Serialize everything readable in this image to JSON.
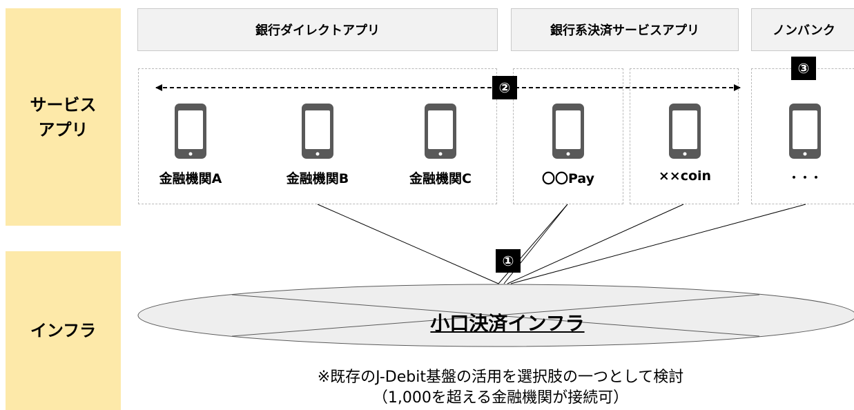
{
  "rows": {
    "service_app": [
      "サービス",
      "アプリ"
    ],
    "infra": "インフラ"
  },
  "headers": {
    "bank_direct": "銀行ダイレクトアプリ",
    "bank_payment": "銀行系決済サービスアプリ",
    "nonbank": "ノンバンク"
  },
  "apps": [
    {
      "label": "金融機関A",
      "icon": "smartphone-icon"
    },
    {
      "label": "金融機関B",
      "icon": "smartphone-icon"
    },
    {
      "label": "金融機関C",
      "icon": "smartphone-icon"
    },
    {
      "label": "〇〇Pay",
      "icon": "smartphone-icon"
    },
    {
      "label": "××coin",
      "icon": "smartphone-icon"
    },
    {
      "label": "・・・",
      "icon": "smartphone-icon"
    }
  ],
  "badges": {
    "connection": "①",
    "interop": "②",
    "nonbank": "③"
  },
  "infra": {
    "title": "小口決済インフラ",
    "note_line1": "※既存のJ-Debit基盤の活用を選択肢の一つとして検討",
    "note_line2": "（1,000を超える金融機関が接続可）"
  },
  "colors": {
    "row_label_bg": "#fde9a9",
    "header_bg": "#f2f2f2",
    "phone": "#595959",
    "badge_bg": "#000000",
    "ellipse_fill": "#eeeeee"
  }
}
